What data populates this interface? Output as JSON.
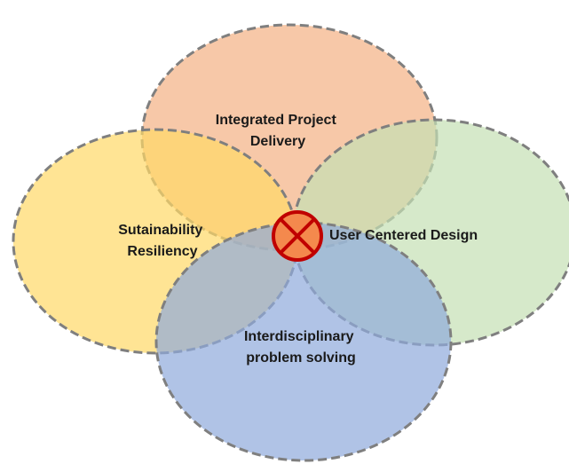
{
  "diagram": {
    "circles": [
      {
        "id": "integrated-project-delivery",
        "label_lines": [
          "Integrated Project",
          "Delivery"
        ],
        "fill": "#f4b183",
        "stroke": "#7f7f7f"
      },
      {
        "id": "sustainability-resiliency",
        "label_lines": [
          "Sutainability",
          "Resiliency"
        ],
        "fill": "#ffd966",
        "stroke": "#7f7f7f"
      },
      {
        "id": "user-centered-design",
        "label_lines": [
          "User Centered Design"
        ],
        "fill": "#c5e0b4",
        "stroke": "#7f7f7f"
      },
      {
        "id": "interdisciplinary-problem-solving",
        "label_lines": [
          "Interdisciplinary",
          "problem solving"
        ],
        "fill": "#8faadc",
        "stroke": "#7f7f7f"
      }
    ],
    "center_marker": {
      "icon": "circled-x-icon",
      "fill": "#f4894d",
      "stroke": "#c00000"
    }
  }
}
